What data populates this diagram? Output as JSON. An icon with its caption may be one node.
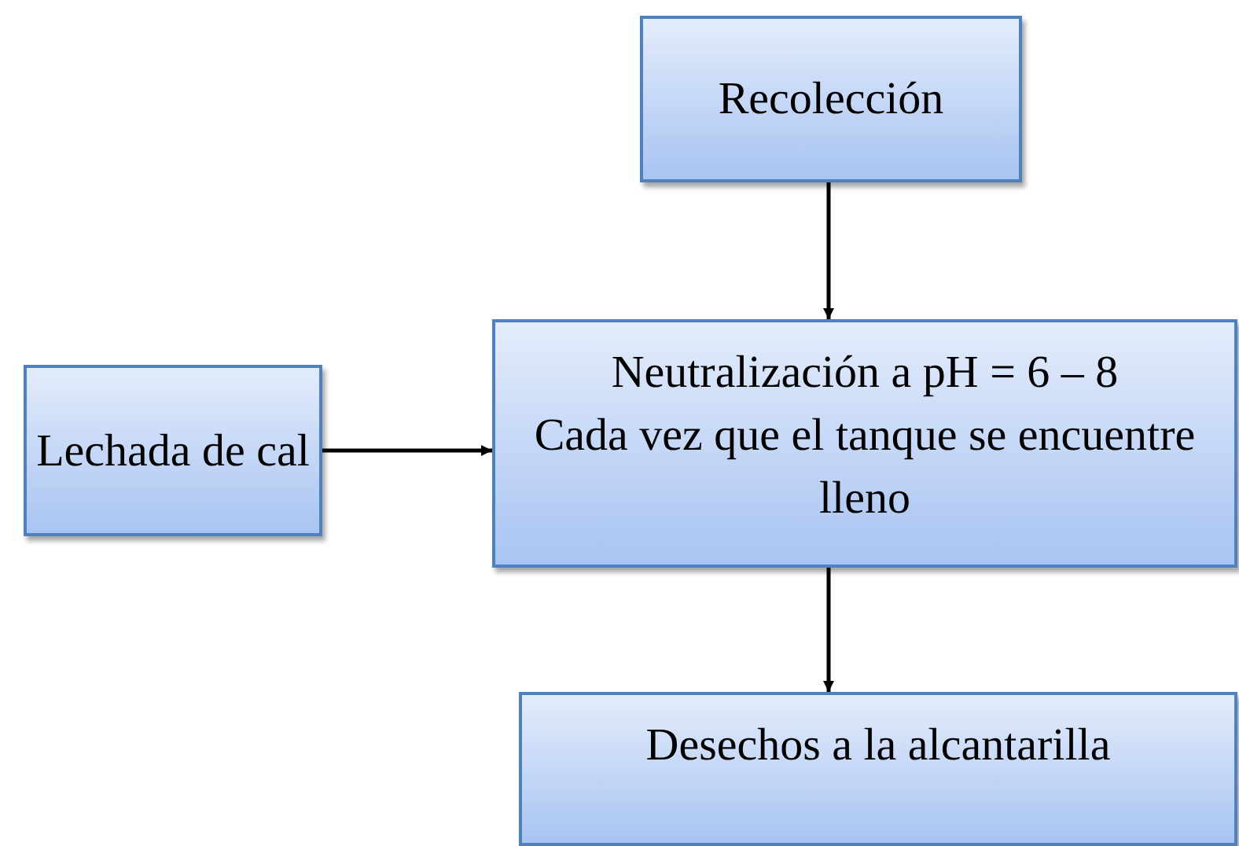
{
  "diagram": {
    "nodes": [
      {
        "text": [
          "Recolección"
        ]
      },
      {
        "text": [
          "Lechada de cal"
        ]
      },
      {
        "text": [
          "Neutralización a pH = 6 – 8",
          "Cada vez que el tanque se encuentre lleno"
        ]
      },
      {
        "text": [
          "Desechos a la alcantarilla"
        ]
      }
    ],
    "edges": [
      {
        "from": 0,
        "to": 2,
        "arrow": "to"
      },
      {
        "from": 1,
        "to": 2,
        "arrow": "to"
      },
      {
        "from": 2,
        "to": 3,
        "arrow": "to"
      }
    ]
  }
}
